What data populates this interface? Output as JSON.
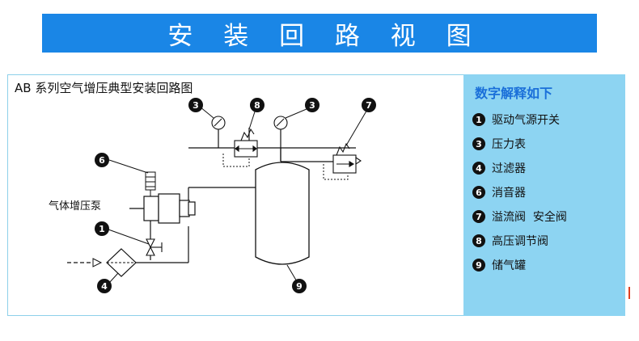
{
  "header": {
    "title": "安 装 回 路 视 图"
  },
  "diagram": {
    "title": "AB 系列空气增压典型安装回路图",
    "pump_label": "气体增压泵",
    "callouts": [
      "3",
      "8",
      "3",
      "7",
      "6",
      "1",
      "4",
      "9"
    ]
  },
  "legend": {
    "heading": "数字解释如下",
    "items": [
      {
        "num": "1",
        "label": "驱动气源开关"
      },
      {
        "num": "3",
        "label": "压力表"
      },
      {
        "num": "4",
        "label": "过滤器"
      },
      {
        "num": "6",
        "label": "消音器"
      },
      {
        "num": "7",
        "label": "溢流阀  安全阀"
      },
      {
        "num": "8",
        "label": "高压调节阀"
      },
      {
        "num": "9",
        "label": "储气罐"
      }
    ]
  },
  "colors": {
    "header_bg": "#1a86e6",
    "legend_bg": "#8dd4f2",
    "legend_heading": "#1a6fd9",
    "frame": "#8dd0ea"
  }
}
